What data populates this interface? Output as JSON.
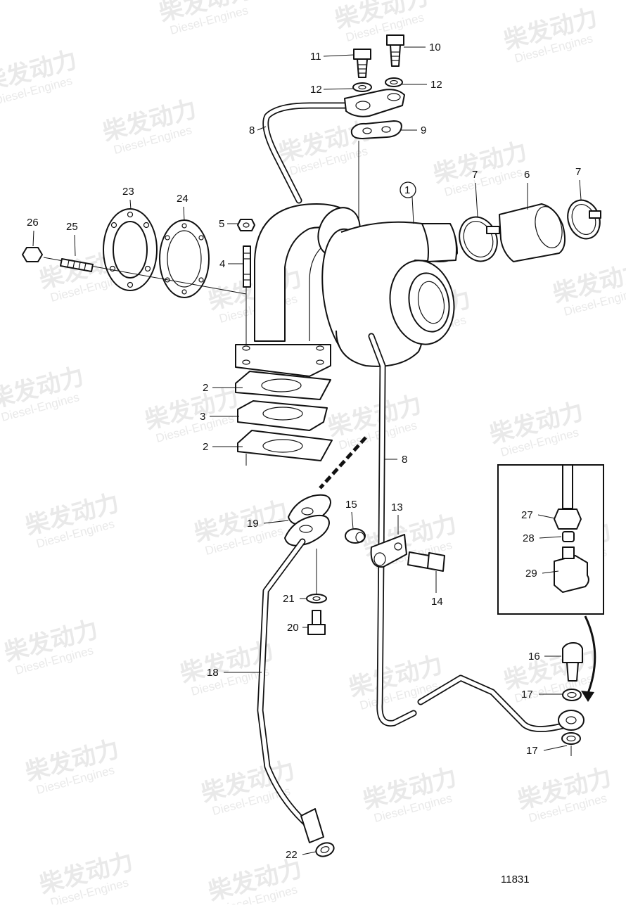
{
  "watermark": {
    "cn": "柴发动力",
    "en": "Diesel-Engines"
  },
  "callouts": [
    {
      "label": "1"
    },
    {
      "label": "2"
    },
    {
      "label": "2"
    },
    {
      "label": "3"
    },
    {
      "label": "4"
    },
    {
      "label": "5"
    },
    {
      "label": "6"
    },
    {
      "label": "7"
    },
    {
      "label": "7"
    },
    {
      "label": "8"
    },
    {
      "label": "8"
    },
    {
      "label": "9"
    },
    {
      "label": "10"
    },
    {
      "label": "11"
    },
    {
      "label": "12"
    },
    {
      "label": "12"
    },
    {
      "label": "13"
    },
    {
      "label": "14"
    },
    {
      "label": "15"
    },
    {
      "label": "16"
    },
    {
      "label": "17"
    },
    {
      "label": "17"
    },
    {
      "label": "18"
    },
    {
      "label": "19"
    },
    {
      "label": "20"
    },
    {
      "label": "21"
    },
    {
      "label": "22"
    },
    {
      "label": "23"
    },
    {
      "label": "24"
    },
    {
      "label": "25"
    },
    {
      "label": "26"
    },
    {
      "label": "27"
    },
    {
      "label": "28"
    },
    {
      "label": "29"
    }
  ],
  "drawing_number": "11831"
}
